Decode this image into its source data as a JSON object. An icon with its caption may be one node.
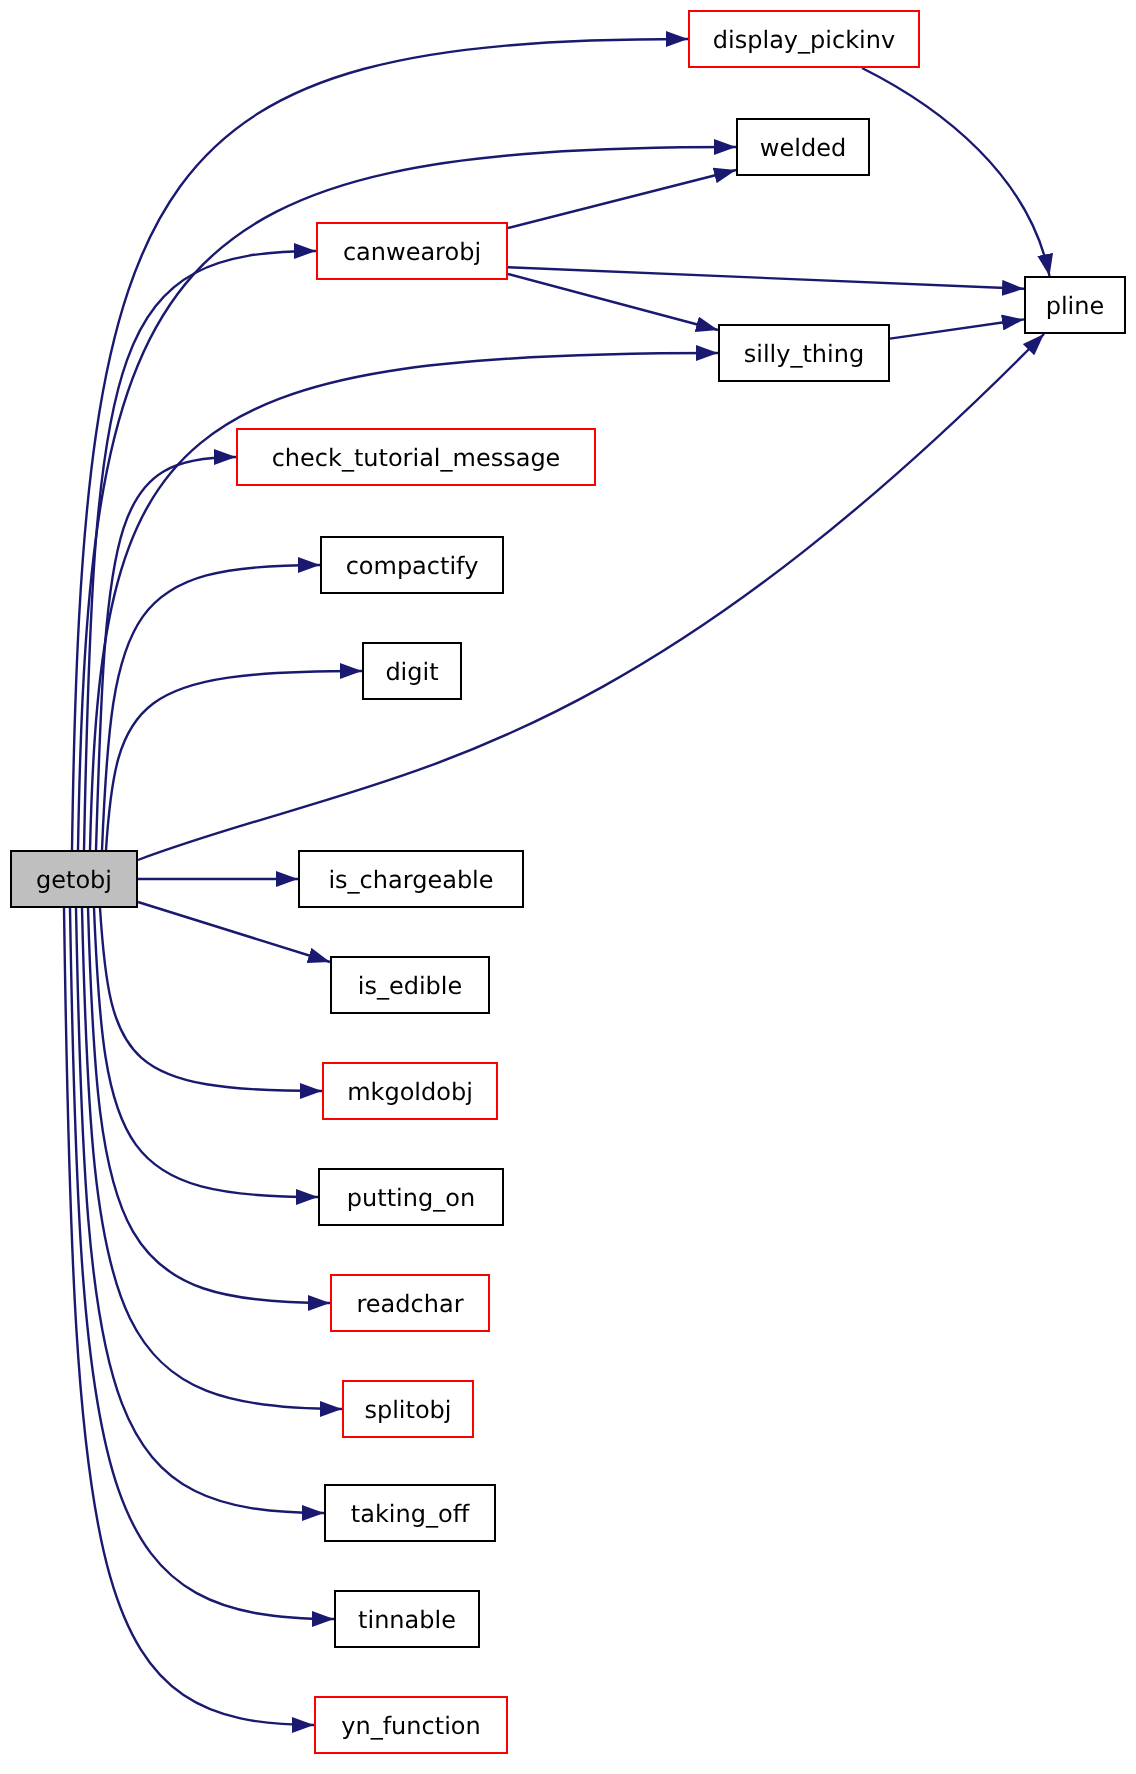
{
  "diagram": {
    "nodes": [
      {
        "text": [
          "getobj"
        ]
      },
      {
        "text": [
          "display_pickinv"
        ]
      },
      {
        "text": [
          "welded"
        ]
      },
      {
        "text": [
          "canwearobj"
        ]
      },
      {
        "text": [
          "silly_thing"
        ]
      },
      {
        "text": [
          "pline"
        ]
      },
      {
        "text": [
          "check_tutorial_message"
        ]
      },
      {
        "text": [
          "compactify"
        ]
      },
      {
        "text": [
          "digit"
        ]
      },
      {
        "text": [
          "is_chargeable"
        ]
      },
      {
        "text": [
          "is_edible"
        ]
      },
      {
        "text": [
          "mkgoldobj"
        ]
      },
      {
        "text": [
          "putting_on"
        ]
      },
      {
        "text": [
          "readchar"
        ]
      },
      {
        "text": [
          "splitobj"
        ]
      },
      {
        "text": [
          "taking_off"
        ]
      },
      {
        "text": [
          "tinnable"
        ]
      },
      {
        "text": [
          "yn_function"
        ]
      }
    ],
    "edges": [
      {
        "from": 0,
        "to": 1,
        "arrow": "to"
      },
      {
        "from": 0,
        "to": 2,
        "arrow": "to"
      },
      {
        "from": 0,
        "to": 3,
        "arrow": "to"
      },
      {
        "from": 0,
        "to": 4,
        "arrow": "to"
      },
      {
        "from": 0,
        "to": 6,
        "arrow": "to"
      },
      {
        "from": 0,
        "to": 7,
        "arrow": "to"
      },
      {
        "from": 0,
        "to": 8,
        "arrow": "to"
      },
      {
        "from": 0,
        "to": 5,
        "arrow": "to"
      },
      {
        "from": 0,
        "to": 9,
        "arrow": "to"
      },
      {
        "from": 0,
        "to": 10,
        "arrow": "to"
      },
      {
        "from": 0,
        "to": 11,
        "arrow": "to"
      },
      {
        "from": 0,
        "to": 12,
        "arrow": "to"
      },
      {
        "from": 0,
        "to": 13,
        "arrow": "to"
      },
      {
        "from": 0,
        "to": 14,
        "arrow": "to"
      },
      {
        "from": 0,
        "to": 15,
        "arrow": "to"
      },
      {
        "from": 0,
        "to": 16,
        "arrow": "to"
      },
      {
        "from": 0,
        "to": 17,
        "arrow": "to"
      },
      {
        "from": 1,
        "to": 5,
        "arrow": "to"
      },
      {
        "from": 3,
        "to": 2,
        "arrow": "to"
      },
      {
        "from": 3,
        "to": 5,
        "arrow": "to"
      },
      {
        "from": 3,
        "to": 4,
        "arrow": "to"
      },
      {
        "from": 4,
        "to": 5,
        "arrow": "to"
      }
    ]
  }
}
